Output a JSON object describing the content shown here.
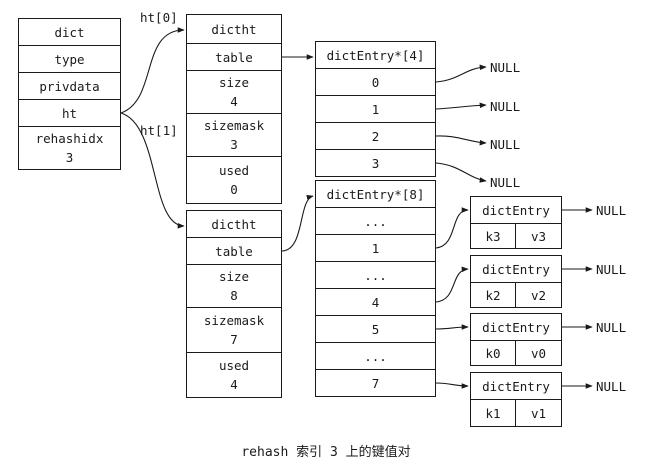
{
  "dict": {
    "fields": [
      "dict",
      "type",
      "privdata",
      "ht"
    ],
    "rehashidx_label": "rehashidx",
    "rehashidx_value": "3"
  },
  "ht_labels": [
    "ht[0]",
    "ht[1]"
  ],
  "ht0": {
    "title": "dictht",
    "table": "table",
    "size_label": "size",
    "size_value": "4",
    "sizemask_label": "sizemask",
    "sizemask_value": "3",
    "used_label": "used",
    "used_value": "0"
  },
  "ht1": {
    "title": "dictht",
    "table": "table",
    "size_label": "size",
    "size_value": "8",
    "sizemask_label": "sizemask",
    "sizemask_value": "7",
    "used_label": "used",
    "used_value": "4"
  },
  "table0": {
    "header": "dictEntry*[4]",
    "slots": [
      "0",
      "1",
      "2",
      "3"
    ],
    "null_labels": [
      "NULL",
      "NULL",
      "NULL",
      "NULL"
    ]
  },
  "table1": {
    "header": "dictEntry*[8]",
    "slots": [
      "...",
      "1",
      "...",
      "4",
      "5",
      "...",
      "7"
    ]
  },
  "entries": [
    {
      "title": "dictEntry",
      "key": "k3",
      "value": "v3",
      "next": "NULL"
    },
    {
      "title": "dictEntry",
      "key": "k2",
      "value": "v2",
      "next": "NULL"
    },
    {
      "title": "dictEntry",
      "key": "k0",
      "value": "v0",
      "next": "NULL"
    },
    {
      "title": "dictEntry",
      "key": "k1",
      "value": "v1",
      "next": "NULL"
    }
  ],
  "caption": "rehash 索引 3 上的键值对"
}
